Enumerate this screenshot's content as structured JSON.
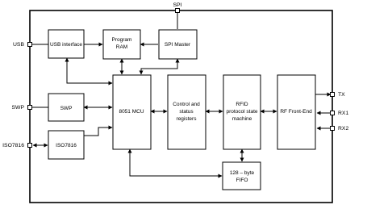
{
  "blocks": {
    "usb_interface": "USB interface",
    "program_ram": [
      "Program",
      "RAM"
    ],
    "spi_master": "SPI Master",
    "mcu": "8051 MCU",
    "control_status": [
      "Control and",
      "status",
      "registers"
    ],
    "rfid_machine": [
      "RFID",
      "protocol state",
      "machine"
    ],
    "rf_frontend": "RF Front-End",
    "swp_block": "SWP",
    "iso_block": "ISO7816",
    "fifo": [
      "128 – byte",
      "FIFO"
    ]
  },
  "pins": {
    "spi": "SPI",
    "usb": "USB",
    "swp": "SWP",
    "iso7816": "ISO7816",
    "tx": "TX",
    "rx1": "RX1",
    "rx2": "RX2"
  }
}
